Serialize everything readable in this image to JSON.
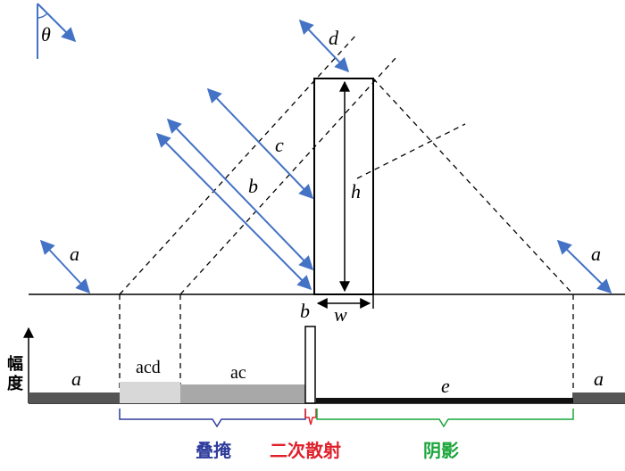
{
  "diagram": {
    "angle_label": "θ",
    "labels": {
      "a_left": "a",
      "a_right": "a",
      "b_ray": "b",
      "b_base": "b",
      "c_ray": "c",
      "d_ray": "d",
      "h": "h",
      "w": "w"
    },
    "amplitude_axis_label": "幅度",
    "segments": {
      "a_left": "a",
      "acd": "acd",
      "ac": "ac",
      "e": "e",
      "a_right": "a"
    },
    "brackets": {
      "layover": "叠掩",
      "double_bounce": "二次散射",
      "shadow": "阴影"
    },
    "colors": {
      "arrow": "#4472c4",
      "layover": "#2f3d9c",
      "double_bounce": "#e0202a",
      "shadow": "#1aa53a",
      "seg_a": "#555555",
      "seg_acd": "#d8d8d8",
      "seg_ac": "#a8a8a8",
      "seg_e": "#111111"
    }
  }
}
